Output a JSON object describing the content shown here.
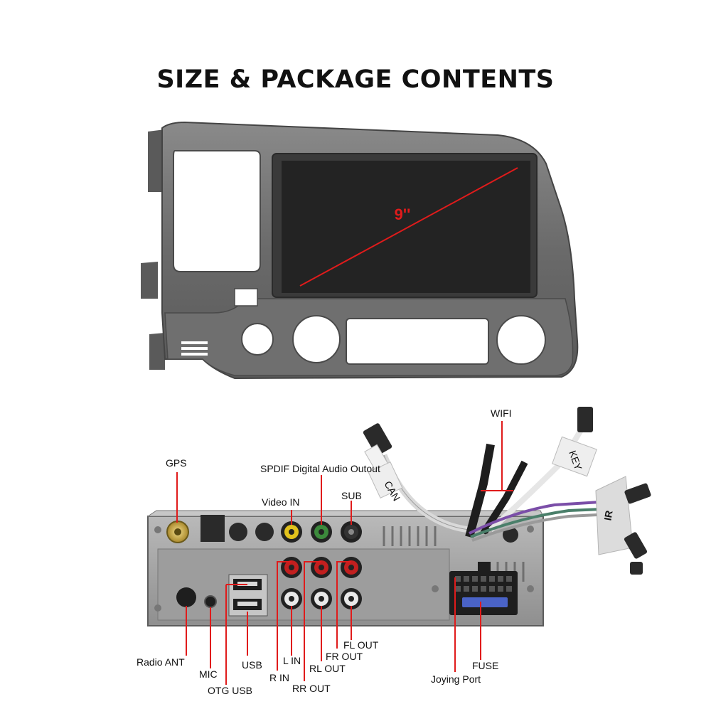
{
  "title": "SIZE & PACKAGE CONTENTS",
  "screen_size_label": "9''",
  "labels": {
    "wifi": "WIFI",
    "gps": "GPS",
    "spdif": "SPDIF Digital Audio Outout",
    "video_in": "Video IN",
    "sub": "SUB",
    "radio_ant": "Radio ANT",
    "mic": "MIC",
    "otg_usb": "OTG USB",
    "usb": "USB",
    "r_in": "R IN",
    "l_in": "L IN",
    "rr_out": "RR OUT",
    "rl_out": "RL OUT",
    "fr_out": "FR OUT",
    "fl_out": "FL OUT",
    "joying_port": "Joying Port",
    "fuse": "FUSE"
  },
  "tags": {
    "can": "CAN",
    "key": "KEY",
    "ir": "IR"
  },
  "colors": {
    "accent_line": "#e01b1b",
    "bezel": "#6e6e6e",
    "screen": "#232323",
    "chassis": "#a9a9a9"
  }
}
